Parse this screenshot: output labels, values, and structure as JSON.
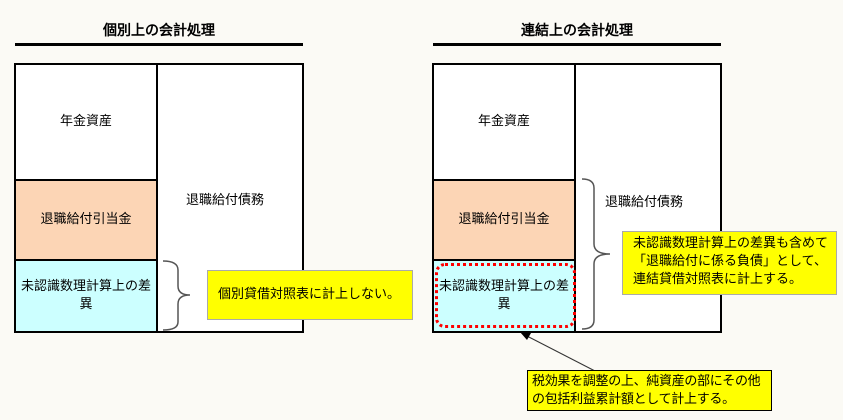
{
  "left_panel": {
    "title": "個別上の会計処理",
    "pension_assets": "年金資産",
    "retirement_allowance": "退職給付引当金",
    "unrecognized_difference": "未認識数理計算上の差異",
    "obligation": "退職給付債務",
    "callout": "個別貸借対照表に計上しない。"
  },
  "right_panel": {
    "title": "連結上の会計処理",
    "pension_assets": "年金資産",
    "retirement_allowance": "退職給付引当金",
    "unrecognized_difference": "未認識数理計算上の差異",
    "obligation": "退職給付債務",
    "callout": "未認識数理計算上の差異も含めて「退職給付に係る負債」として、連結貸借対照表に計上する。",
    "bottom_callout": "税効果を調整の上、純資産の部にその他の包括利益累計額として計上する。"
  },
  "colors": {
    "peach": "#fcd5b5",
    "cyan": "#ccffff",
    "yellow": "#ffff00",
    "red": "#ff0000"
  }
}
